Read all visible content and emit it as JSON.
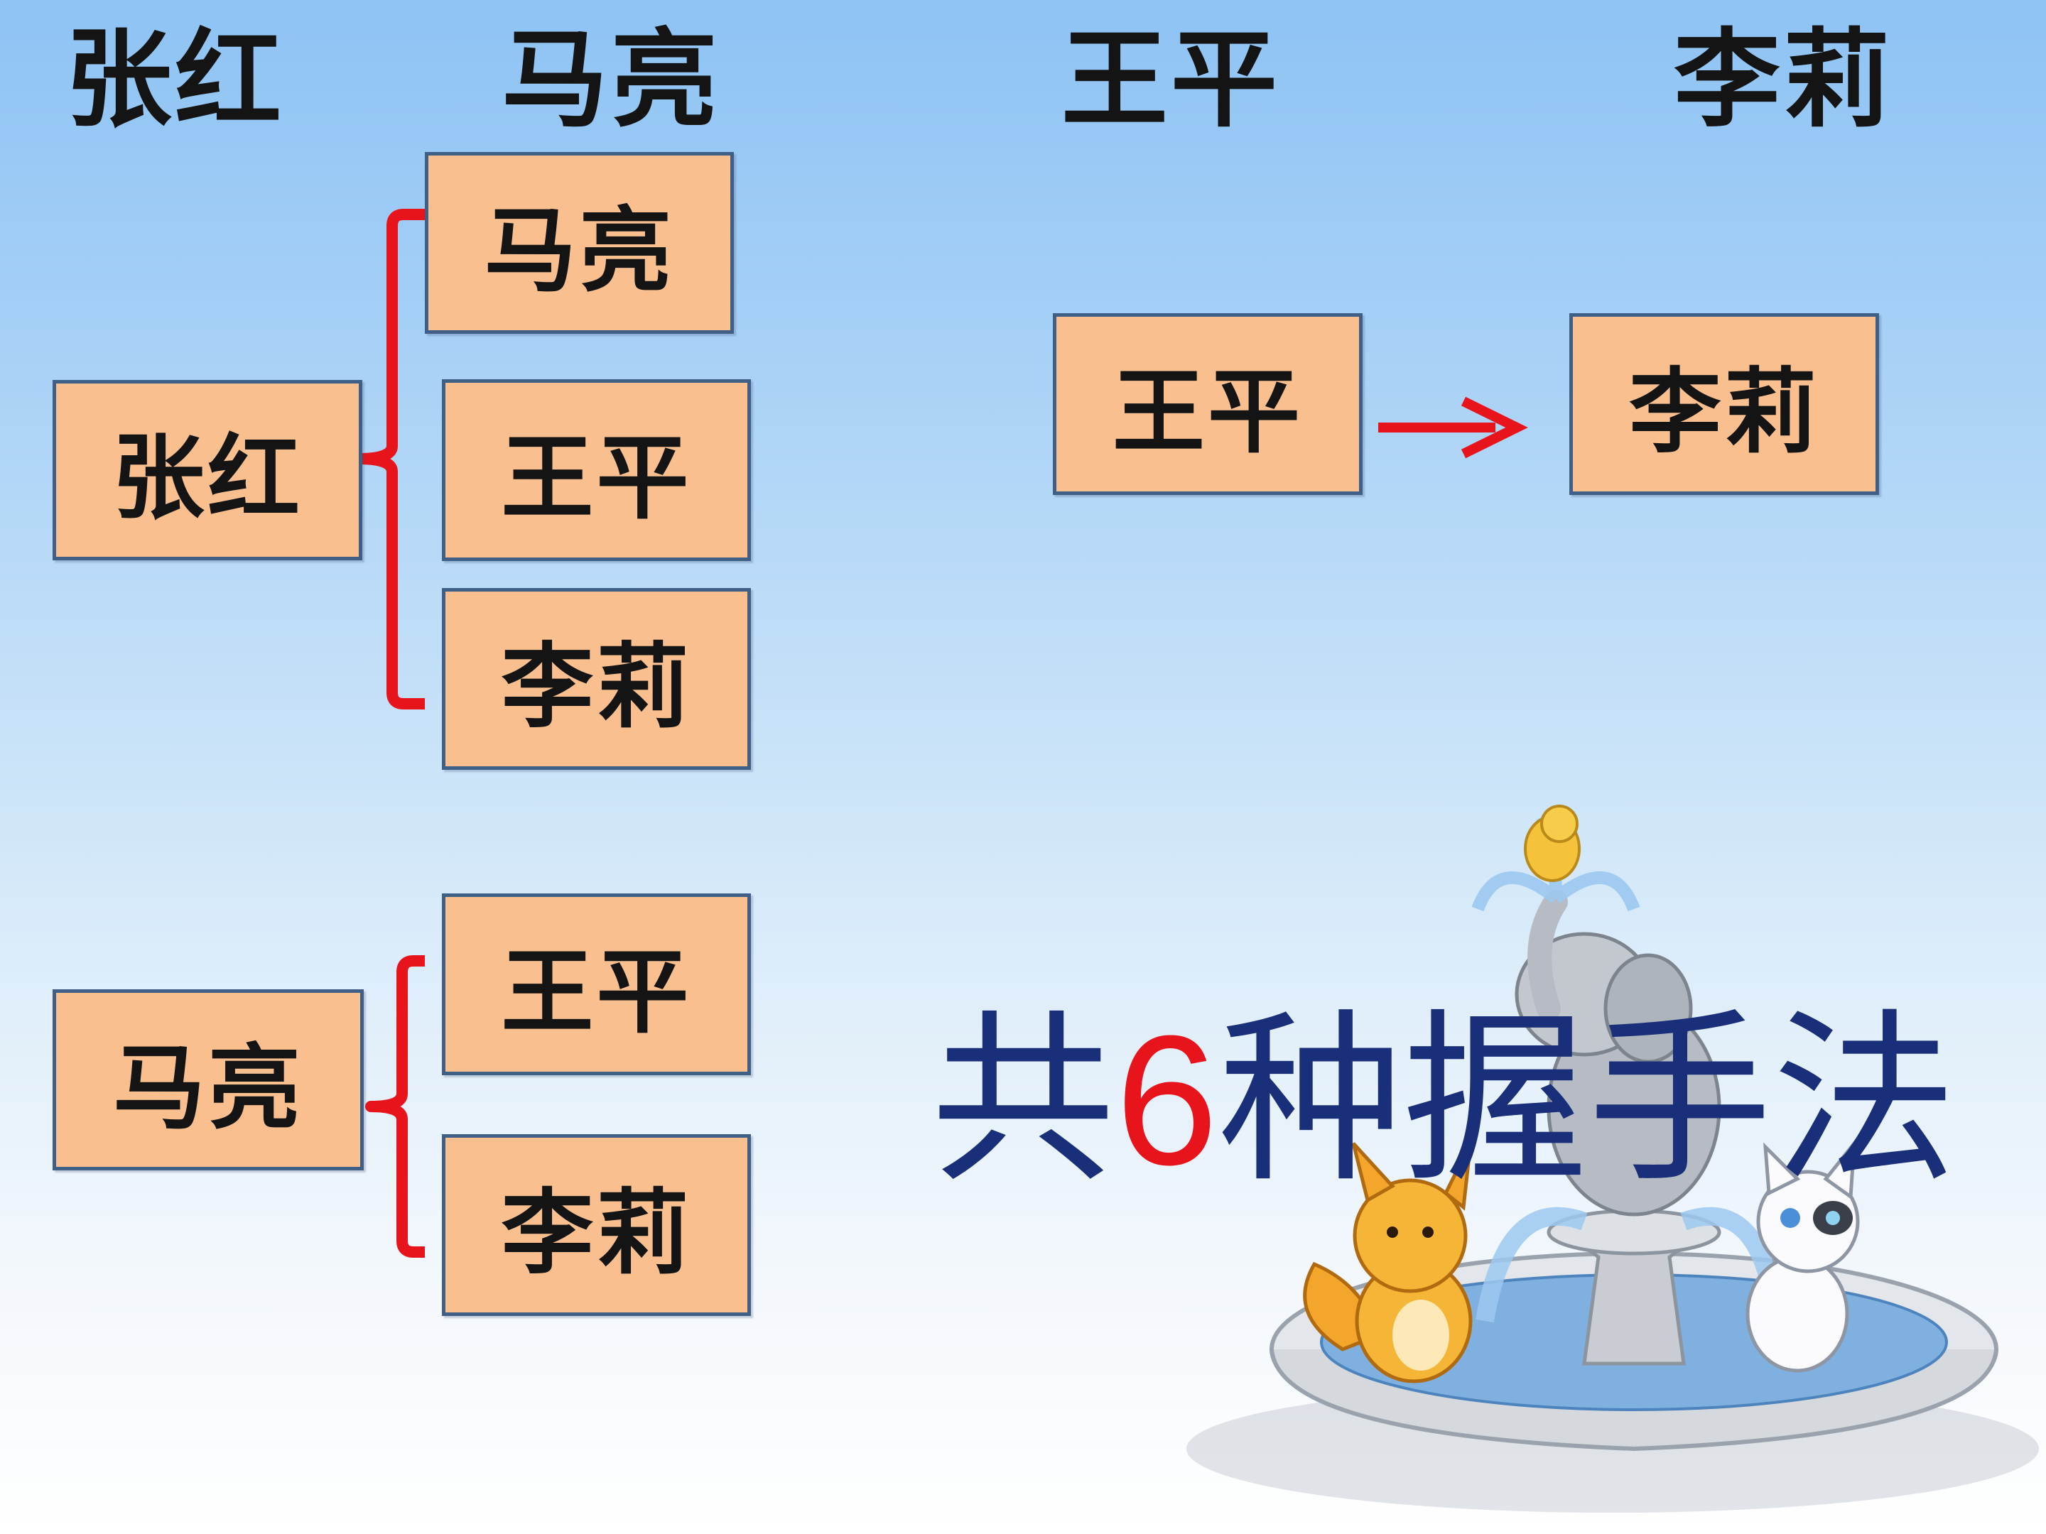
{
  "headers": [
    "张红",
    "马亮",
    "王平",
    "李莉"
  ],
  "group_zhanghong": {
    "source": "张红",
    "targets": [
      "马亮",
      "王平",
      "李莉"
    ]
  },
  "group_maliang": {
    "source": "马亮",
    "targets": [
      "王平",
      "李莉"
    ]
  },
  "group_wangping": {
    "source": "王平",
    "target": "李莉"
  },
  "summary": {
    "prefix": "共",
    "count": "6",
    "suffix": "种握手法"
  },
  "colors": {
    "box_fill": "#f9bf8f",
    "box_border": "#3f5f86",
    "connector": "#e8141c",
    "summary_text": "#1a2f7a",
    "summary_number": "#e8141c"
  },
  "icons": [
    "elephant-fountain-illustration",
    "fox-illustration",
    "cat-illustration",
    "chick-illustration"
  ]
}
